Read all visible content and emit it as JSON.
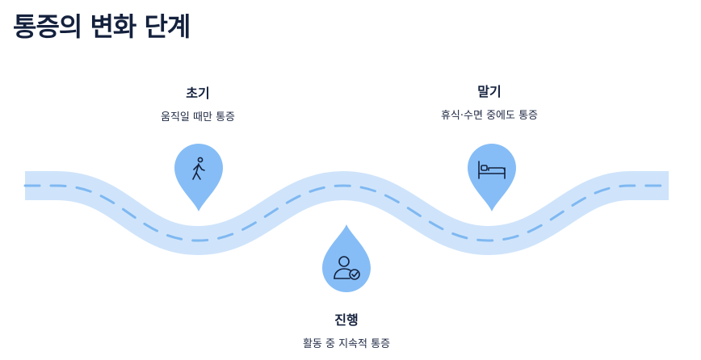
{
  "title": "통증의 변화 단계",
  "colors": {
    "road": "#cfe4fb",
    "dash": "#7fb8f1",
    "pin": "#86bdf6",
    "text": "#14213d"
  },
  "stages": [
    {
      "name": "초기",
      "description": "움직일 때만 통증",
      "icon": "walking-person-icon"
    },
    {
      "name": "진행",
      "description": "활동 중 지속적 통증",
      "icon": "person-check-icon"
    },
    {
      "name": "말기",
      "description": "휴식·수면 중에도 통증",
      "icon": "bed-icon"
    }
  ]
}
